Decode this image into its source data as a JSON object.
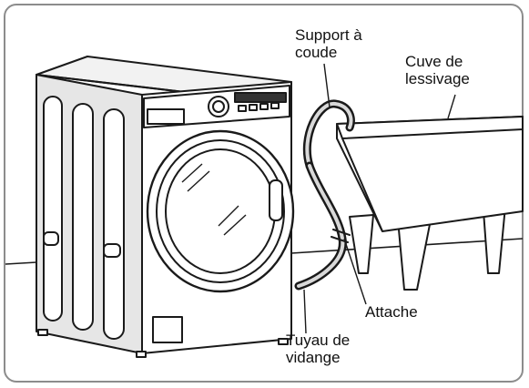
{
  "labels": {
    "support": "Support à\ncoude",
    "cuve": "Cuve de\nlessivage",
    "attache": "Attache",
    "tuyau": "Tuyau de\nvidange"
  },
  "colors": {
    "line": "#1a1a1a",
    "fill_gray": "#d9d9d9",
    "frame": "#8c8c8c"
  },
  "icons": {
    "washer": "front-load-washer-illustration",
    "tub": "laundry-tub-illustration",
    "hose": "drain-hose-illustration"
  }
}
